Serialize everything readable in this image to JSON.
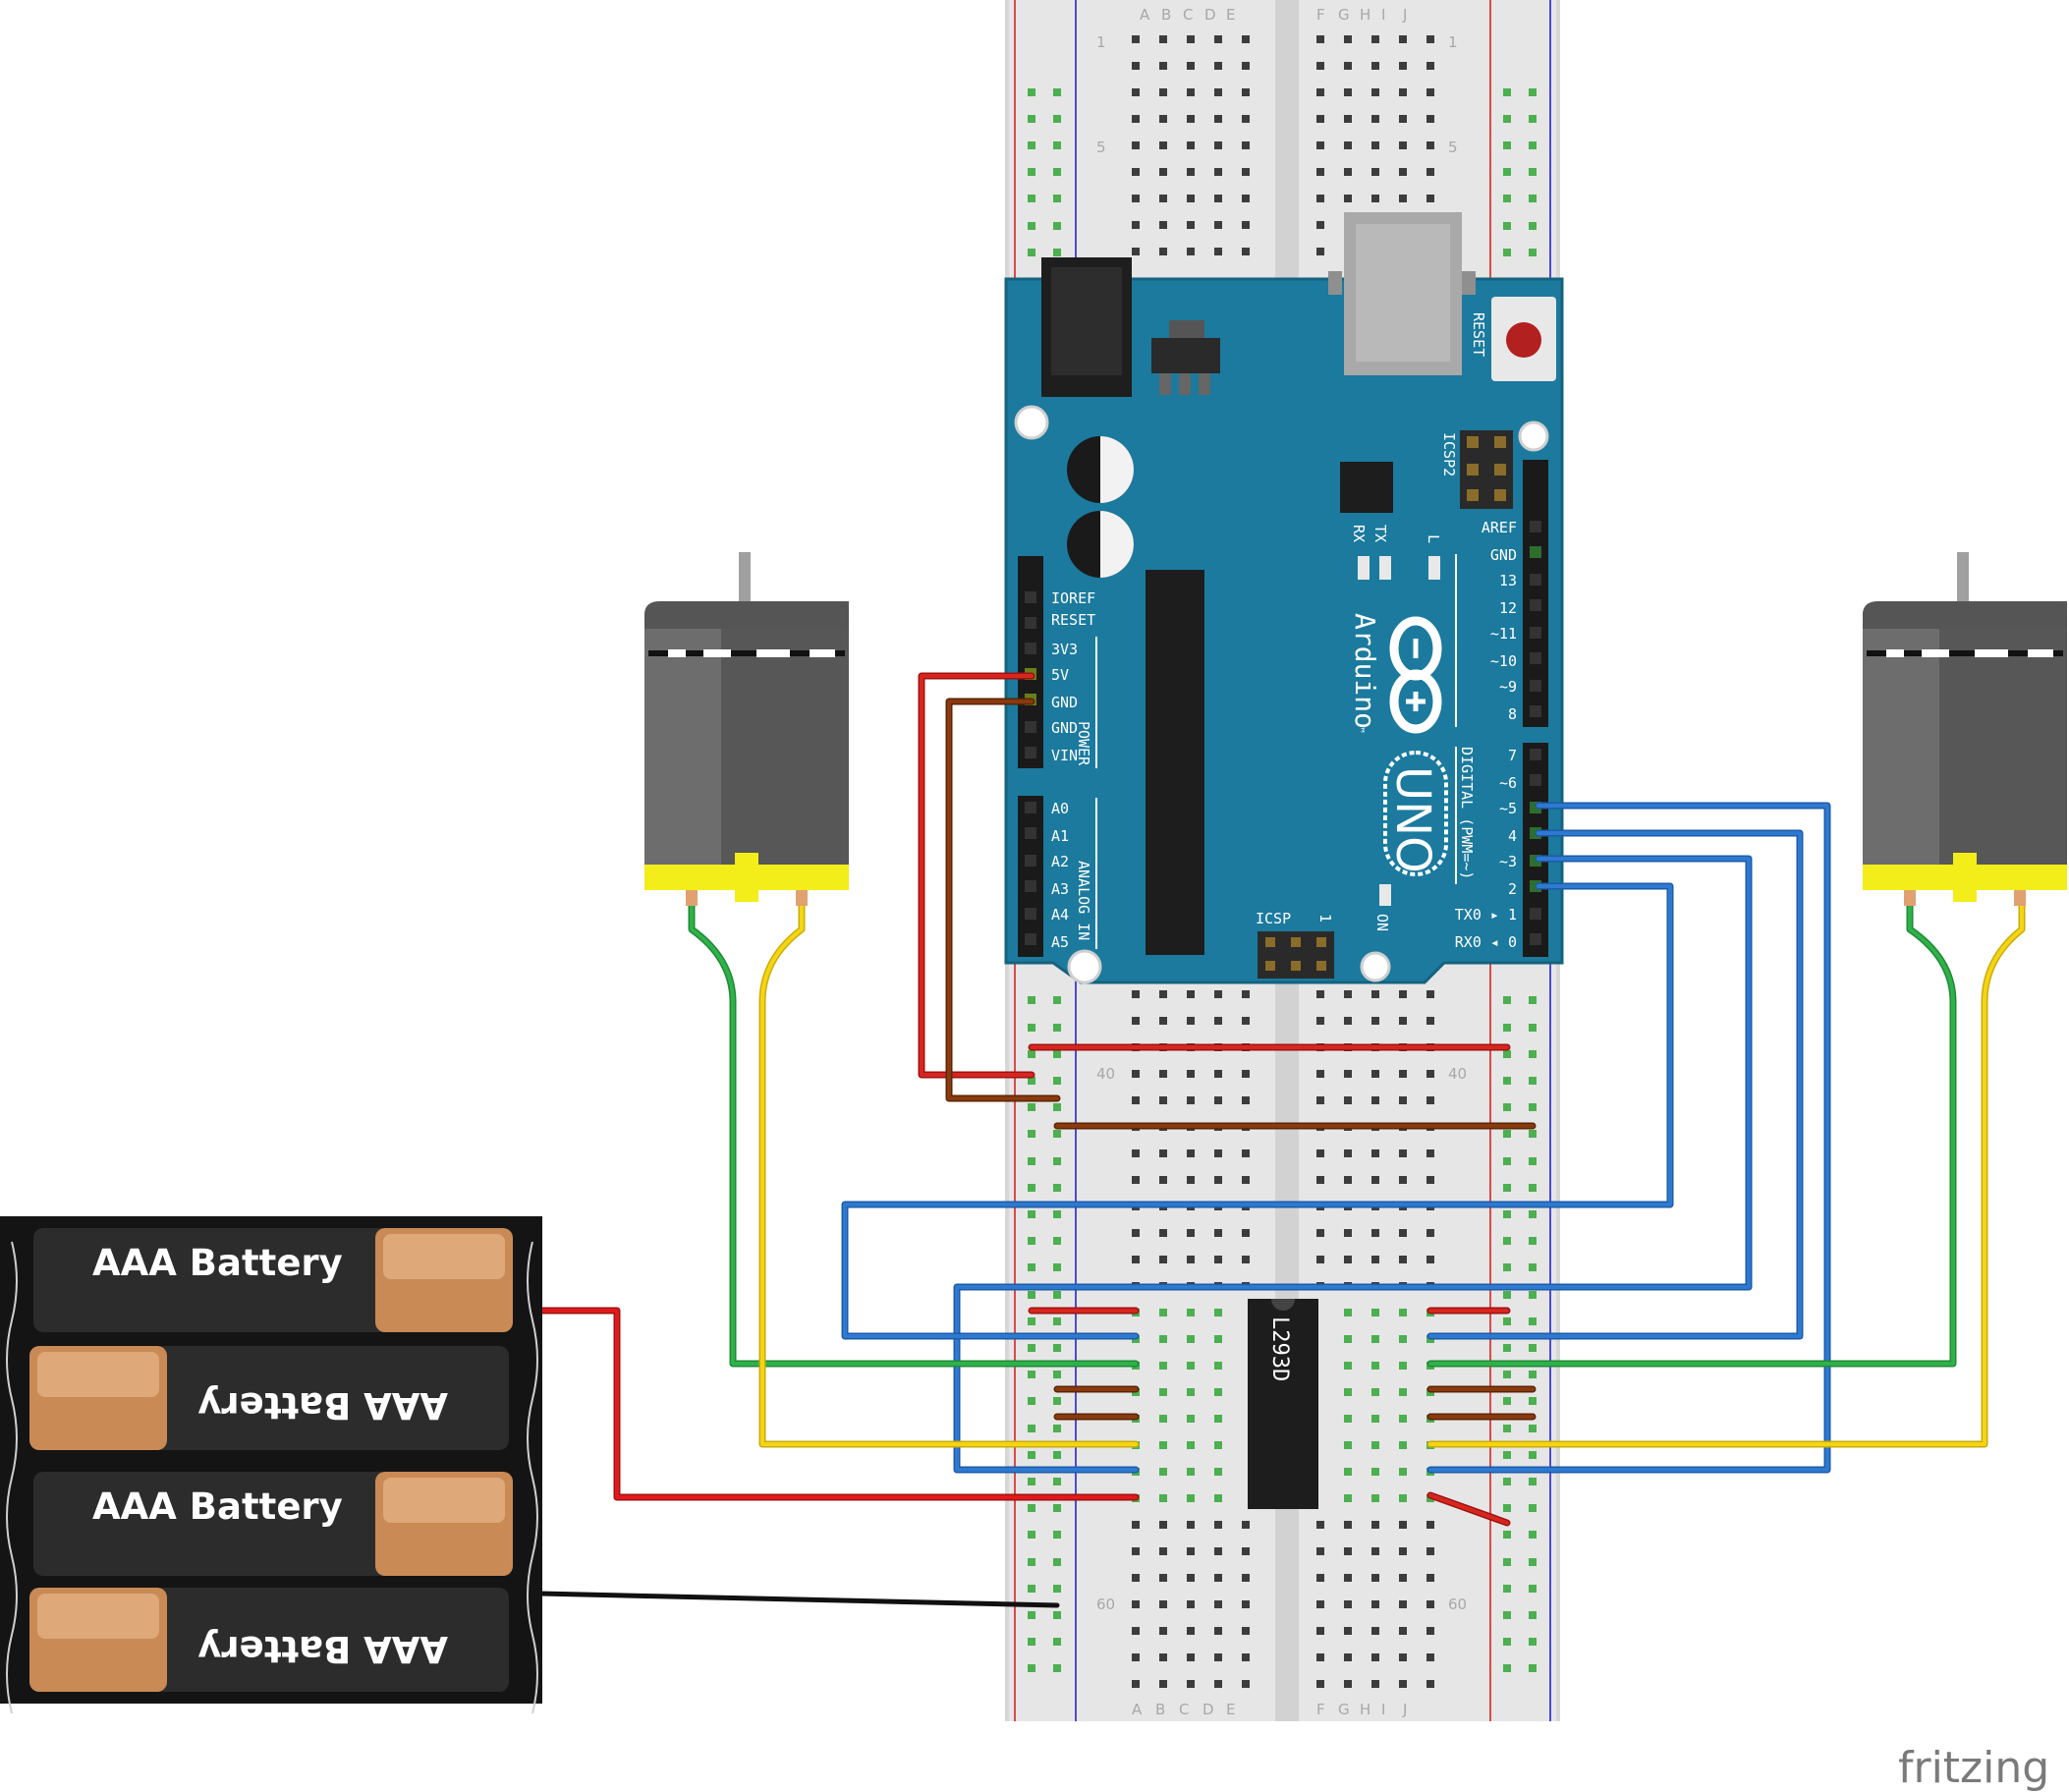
{
  "breadboard": {
    "col_letters_left": [
      "A",
      "B",
      "C",
      "D",
      "E"
    ],
    "col_letters_right": [
      "F",
      "G",
      "H",
      "I",
      "J"
    ],
    "row_numbers": [
      "1",
      "5",
      "40",
      "60"
    ]
  },
  "arduino": {
    "brand": "Arduino",
    "model": "UNO",
    "trademark": "™",
    "reset_label": "RESET",
    "icsp2_label": "ICSP2",
    "icsp_label": "ICSP",
    "icsp_pin1": "1",
    "on_label": "ON",
    "tx_label": "TX",
    "rx_label": "RX",
    "l_label": "L",
    "power_header_title": "POWER",
    "analog_header_title": "ANALOG IN",
    "digital_header_title": "DIGITAL (PWM=~)",
    "power_pins": [
      "IOREF",
      "RESET",
      "3V3",
      "5V",
      "GND",
      "GND",
      "VIN"
    ],
    "analog_pins": [
      "A0",
      "A1",
      "A2",
      "A3",
      "A4",
      "A5"
    ],
    "digital_pins_upper": [
      "AREF",
      "GND",
      "13",
      "12",
      "~11",
      "~10",
      "~9",
      "8"
    ],
    "digital_pins_lower": [
      "7",
      "~6",
      "~5",
      "4",
      "~3",
      "2",
      "TX0 ▸ 1",
      "RX0 ◂ 0"
    ]
  },
  "ic": {
    "label": "L293D"
  },
  "batteries": [
    {
      "label": "AAA Battery",
      "flipped": false
    },
    {
      "label": "AAA Battery",
      "flipped": true
    },
    {
      "label": "AAA Battery",
      "flipped": false
    },
    {
      "label": "AAA Battery",
      "flipped": true
    }
  ],
  "watermark": "fritzing",
  "colors": {
    "arduino_board": "#1b7a9e",
    "breadboard": "#e6e6e6",
    "wire_red": "#e2191b",
    "wire_brown": "#8a3a0c",
    "wire_blue": "#2e79d0",
    "wire_green": "#2fb14a",
    "wire_yellow": "#f5d414",
    "wire_black": "#111111",
    "motor_body": "#6d6d6d",
    "motor_cap": "#f3ed1a"
  }
}
